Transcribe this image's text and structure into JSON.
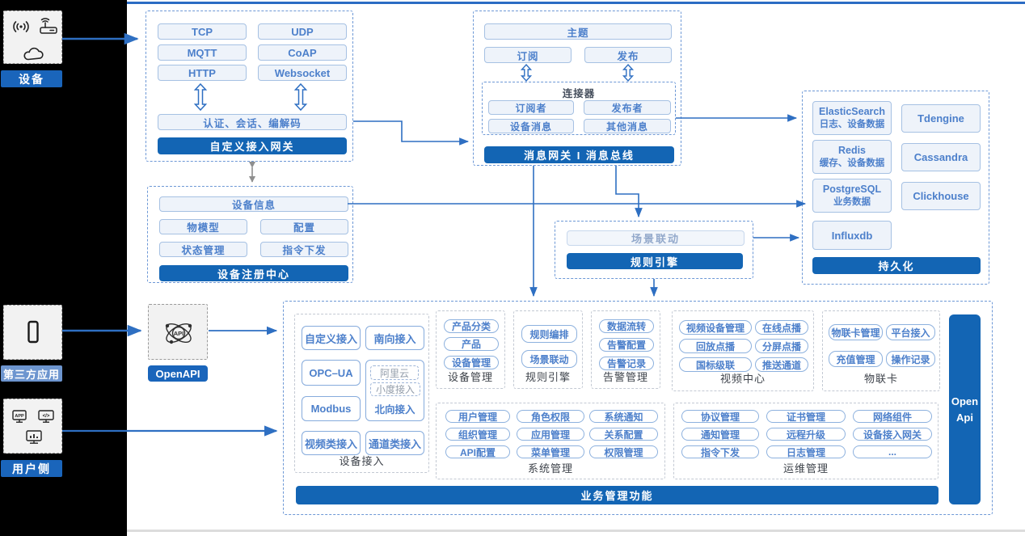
{
  "left_rail": {
    "device_label": "设备",
    "third_party_label": "第三方应用",
    "user_side_label": "用户侧"
  },
  "gateway": {
    "protocols": [
      "TCP",
      "UDP",
      "MQTT",
      "CoAP",
      "HTTP",
      "Websocket"
    ],
    "auth": "认证、会话、编解码",
    "title": "自定义接入网关"
  },
  "message": {
    "topic": "主题",
    "subscribe": "订阅",
    "publish": "发布",
    "connector_title": "连接器",
    "connector_items": [
      "订阅者",
      "发布者",
      "设备消息",
      "其他消息"
    ],
    "title": "消息网关 I 消息总线"
  },
  "persistence": {
    "items": [
      {
        "name": "ElasticSearch",
        "sub": "日志、设备数据"
      },
      {
        "name": "Tdengine"
      },
      {
        "name": "Redis",
        "sub": "缓存、设备数据"
      },
      {
        "name": "Cassandra"
      },
      {
        "name": "PostgreSQL",
        "sub": "业务数据"
      },
      {
        "name": "Clickhouse"
      },
      {
        "name": "Influxdb"
      }
    ],
    "title": "持久化"
  },
  "registry": {
    "wide": "设备信息",
    "items": [
      "物模型",
      "配置",
      "状态管理",
      "指令下发"
    ],
    "title": "设备注册中心"
  },
  "rule": {
    "pill": "场景联动",
    "title": "规则引擎"
  },
  "openapi_label": "OpenAPI",
  "business": {
    "title": "业务管理功能",
    "open_api": {
      "line1": "Open",
      "line2": "Api"
    },
    "device_access": {
      "label": "设备接入",
      "pills": [
        "自定义接入",
        "南向接入",
        "OPC–UA",
        "Modbus",
        "视频类接入",
        "通道类接入"
      ],
      "north_dashed": [
        "阿里云",
        "小度接入"
      ],
      "north_label": "北向接入"
    },
    "device_mgmt": {
      "label": "设备管理",
      "pills": [
        "产品分类",
        "产品",
        "设备管理"
      ]
    },
    "rule_engine": {
      "label": "规则引擎",
      "pills": [
        "规则编排",
        "场景联动"
      ]
    },
    "alarm_mgmt": {
      "label": "告警管理",
      "pills": [
        "数据流转",
        "告警配置",
        "告警记录"
      ]
    },
    "video_center": {
      "label": "视频中心",
      "pills": [
        "视频设备管理",
        "在线点播",
        "回放点播",
        "分屏点播",
        "国标级联",
        "推送通道"
      ]
    },
    "iot_card": {
      "label": "物联卡",
      "pills": [
        "物联卡管理",
        "平台接入",
        "充值管理",
        "操作记录"
      ]
    },
    "system_mgmt": {
      "label": "系统管理",
      "pills": [
        "用户管理",
        "角色权限",
        "系统通知",
        "组织管理",
        "应用管理",
        "关系配置",
        "API配置",
        "菜单管理",
        "权限管理"
      ]
    },
    "ops_mgmt": {
      "label": "运维管理",
      "pills": [
        "协议管理",
        "证书管理",
        "网络组件",
        "通知管理",
        "远程升级",
        "设备接入网关",
        "指令下发",
        "日志管理",
        "..."
      ]
    }
  }
}
